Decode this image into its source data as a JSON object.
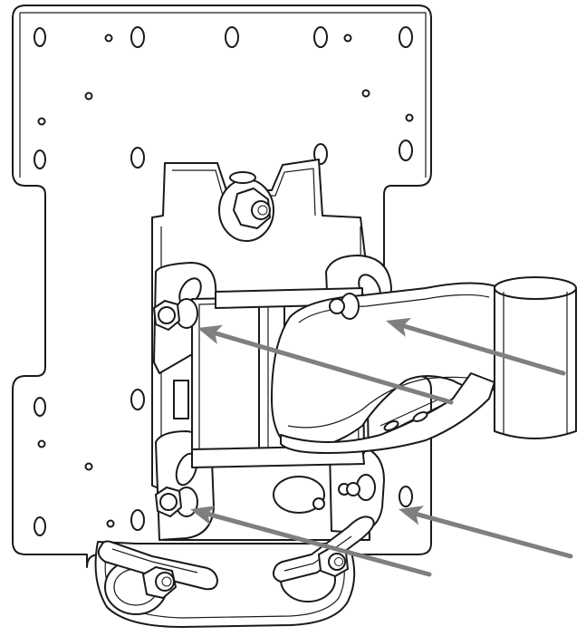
{
  "colors": {
    "line": "#1a1a1a",
    "background": "#ffffff",
    "arrow": "#7f7f7f"
  },
  "icons": [
    "mounting-plate",
    "tilt-bracket",
    "pivot-bolt",
    "support-arm",
    "arm-tube",
    "locking-lever"
  ]
}
